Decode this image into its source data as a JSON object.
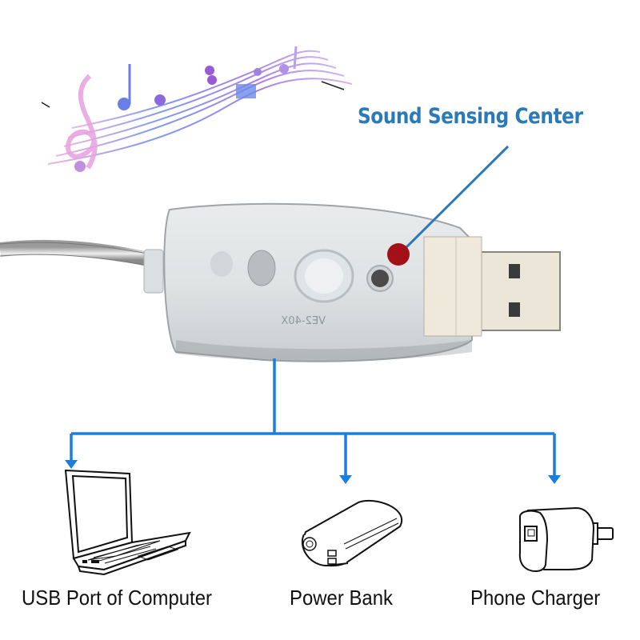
{
  "callout": {
    "title": "Sound Sensing Center",
    "color": "#2b7ab8",
    "marker_color": "#a31015"
  },
  "connector_color": "#1a7ee0",
  "device": {
    "name": "usb-sound-sensor-dongle",
    "embossed_text": "VE2-40X"
  },
  "outputs": [
    {
      "label": "USB Port of Computer",
      "icon": "laptop-icon"
    },
    {
      "label": "Power Bank",
      "icon": "power-bank-icon"
    },
    {
      "label": "Phone Charger",
      "icon": "wall-charger-icon"
    }
  ],
  "decoration": {
    "icon": "music-notes-icon"
  }
}
